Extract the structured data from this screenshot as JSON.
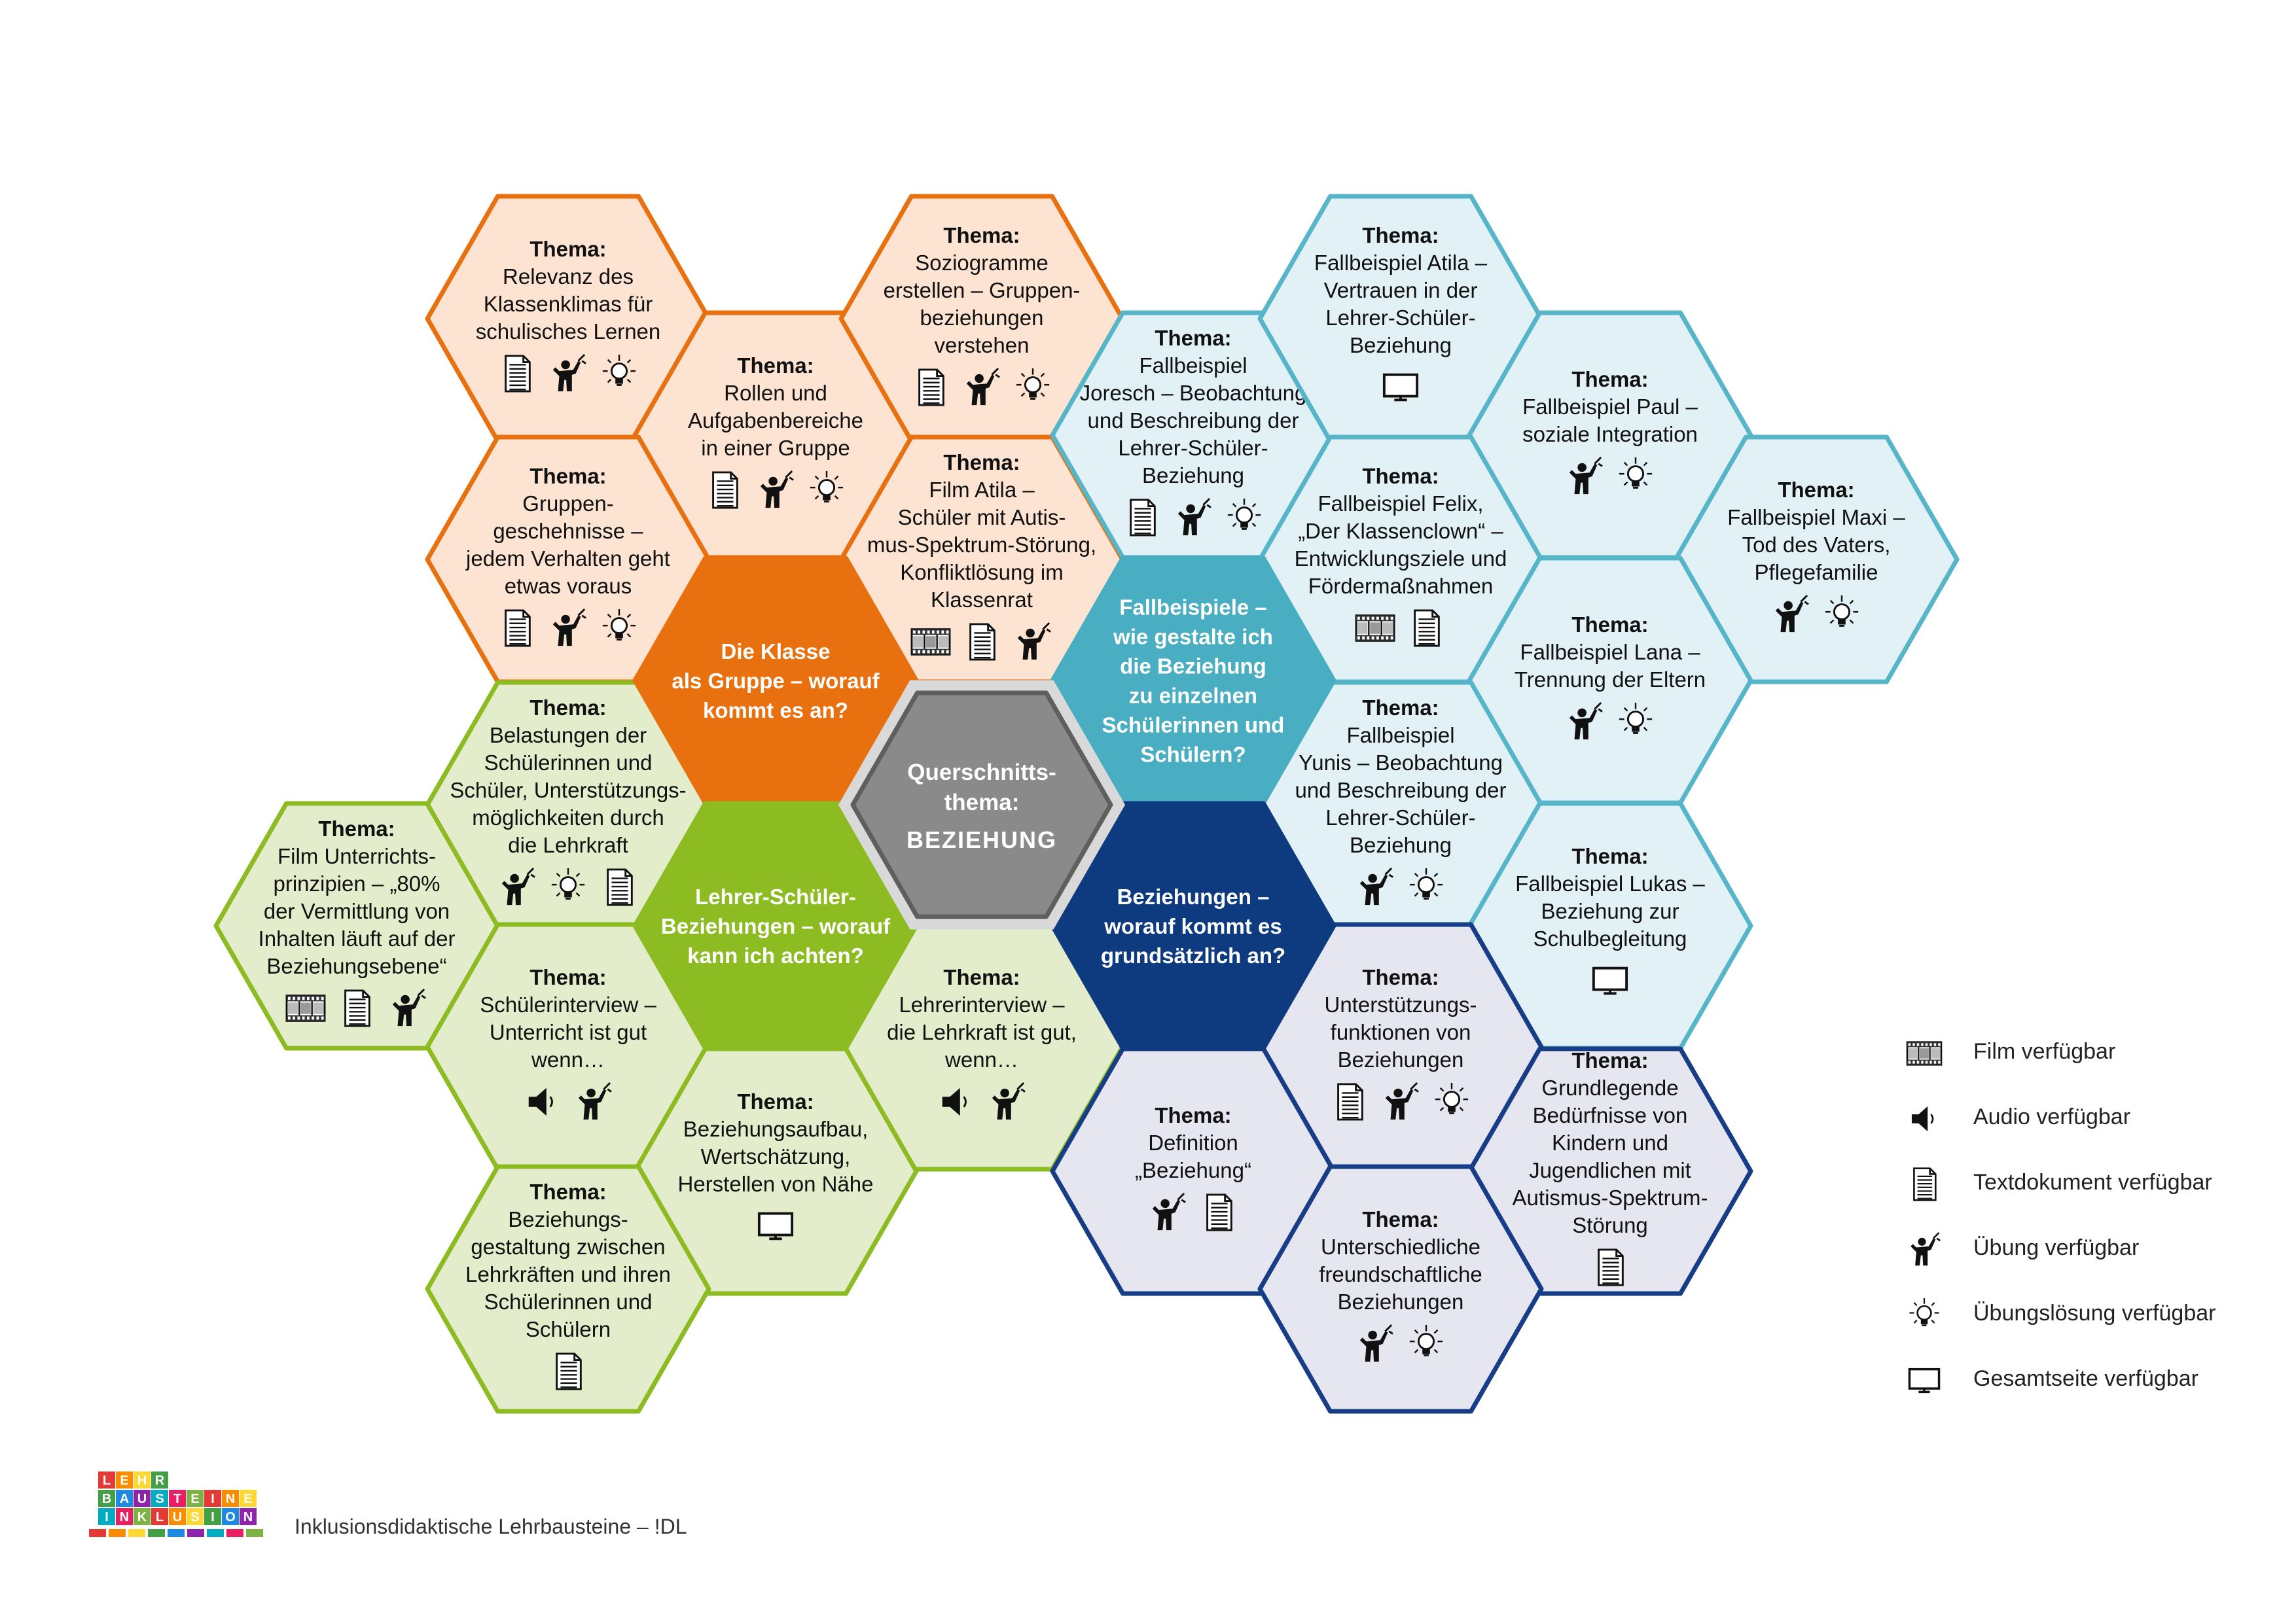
{
  "center": {
    "line1": "Querschnitts-",
    "line2": "thema:",
    "line3": "BEZIEHUNG"
  },
  "categories": [
    {
      "id": "klasse",
      "color": "#e8700f",
      "lines": [
        "Die Klasse",
        "als Gruppe – worauf",
        "kommt es an?"
      ]
    },
    {
      "id": "fall",
      "color": "#4aaec3",
      "lines": [
        "Fallbeispiele –",
        "wie gestalte ich",
        "die Beziehung",
        "zu einzelnen",
        "Schülerinnen und",
        "Schülern?"
      ]
    },
    {
      "id": "lehrer",
      "color": "#8cbb22",
      "lines": [
        "Lehrer-Schüler-",
        "Beziehungen – worauf",
        "kann ich achten?"
      ]
    },
    {
      "id": "bez",
      "color": "#0e3a80",
      "lines": [
        "Beziehungen –",
        "worauf kommt es",
        "grundsätzlich an?"
      ]
    }
  ],
  "topic_heading": "Thema:",
  "topics": [
    {
      "id": "relevanz",
      "group": "orange",
      "lines": [
        "Relevanz des",
        "Klassenklimas für",
        "schulisches Lernen"
      ],
      "icons": [
        "text",
        "exercise",
        "solution"
      ]
    },
    {
      "id": "rollen",
      "group": "orange",
      "lines": [
        "Rollen und",
        "Aufgabenbereiche",
        "in einer Gruppe"
      ],
      "icons": [
        "text",
        "exercise",
        "solution"
      ]
    },
    {
      "id": "sozio",
      "group": "orange",
      "lines": [
        "Soziogramme",
        "erstellen – Gruppen-",
        "beziehungen",
        "verstehen"
      ],
      "icons": [
        "text",
        "exercise",
        "solution"
      ]
    },
    {
      "id": "gruppen",
      "group": "orange",
      "lines": [
        "Gruppen-",
        "geschehnisse –",
        "jedem Verhalten geht",
        "etwas voraus"
      ],
      "icons": [
        "text",
        "exercise",
        "solution"
      ]
    },
    {
      "id": "filmatila",
      "group": "orange",
      "lines": [
        "Film Atila –",
        "Schüler mit Autis-",
        "mus-Spektrum-Störung,",
        "Konfliktlösung im",
        "Klassenrat"
      ],
      "icons": [
        "film",
        "text",
        "exercise"
      ]
    },
    {
      "id": "joresch",
      "group": "teal",
      "lines": [
        "Fallbeispiel",
        "Joresch – Beobachtung",
        "und Beschreibung der",
        "Lehrer-Schüler-",
        "Beziehung"
      ],
      "icons": [
        "text",
        "exercise",
        "solution"
      ]
    },
    {
      "id": "atila",
      "group": "teal",
      "lines": [
        "Fallbeispiel Atila –",
        "Vertrauen in der",
        "Lehrer-Schüler-",
        "Beziehung"
      ],
      "icons": [
        "page"
      ]
    },
    {
      "id": "paul",
      "group": "teal",
      "lines": [
        "Fallbeispiel Paul –",
        "soziale Integration"
      ],
      "icons": [
        "exercise",
        "solution"
      ]
    },
    {
      "id": "felix",
      "group": "teal",
      "lines": [
        "Fallbeispiel Felix,",
        "„Der Klassenclown“ –",
        "Entwicklungsziele und",
        "Fördermaßnahmen"
      ],
      "icons": [
        "film",
        "text"
      ]
    },
    {
      "id": "maxi",
      "group": "teal",
      "lines": [
        "Fallbeispiel Maxi –",
        "Tod des Vaters,",
        "Pflegefamilie"
      ],
      "icons": [
        "exercise",
        "solution"
      ]
    },
    {
      "id": "lana",
      "group": "teal",
      "lines": [
        "Fallbeispiel Lana –",
        "Trennung der Eltern"
      ],
      "icons": [
        "exercise",
        "solution"
      ]
    },
    {
      "id": "yunis",
      "group": "teal",
      "lines": [
        "Fallbeispiel",
        "Yunis – Beobachtung",
        "und Beschreibung der",
        "Lehrer-Schüler-",
        "Beziehung"
      ],
      "icons": [
        "exercise",
        "solution"
      ]
    },
    {
      "id": "lukas",
      "group": "teal",
      "lines": [
        "Fallbeispiel Lukas –",
        "Beziehung zur",
        "Schulbegleitung"
      ],
      "icons": [
        "page"
      ]
    },
    {
      "id": "belastungen",
      "group": "green",
      "lines": [
        "Belastungen der",
        "Schülerinnen und",
        "Schüler, Unterstützungs-",
        "möglichkeiten durch",
        "die Lehrkraft"
      ],
      "icons": [
        "exercise",
        "solution",
        "text"
      ]
    },
    {
      "id": "filmunt",
      "group": "green",
      "lines": [
        "Film Unterrichts-",
        "prinzipien – „80%",
        "der Vermittlung von",
        "Inhalten läuft auf der",
        "Beziehungsebene“"
      ],
      "icons": [
        "film",
        "text",
        "exercise"
      ]
    },
    {
      "id": "schuelerint",
      "group": "green",
      "lines": [
        "Schülerinterview –",
        "Unterricht ist gut",
        "wenn…"
      ],
      "icons": [
        "audio",
        "exercise"
      ]
    },
    {
      "id": "lehrerint",
      "group": "green",
      "lines": [
        "Lehrerinterview –",
        "die Lehrkraft ist gut,",
        "wenn…"
      ],
      "icons": [
        "audio",
        "exercise"
      ]
    },
    {
      "id": "aufbau",
      "group": "green",
      "lines": [
        "Beziehungsaufbau,",
        "Wertschätzung,",
        "Herstellen von Nähe"
      ],
      "icons": [
        "page"
      ]
    },
    {
      "id": "gestaltung",
      "group": "green",
      "lines": [
        "Beziehungs-",
        "gestaltung zwischen",
        "Lehrkräften und ihren",
        "Schülerinnen und",
        "Schülern"
      ],
      "icons": [
        "text"
      ]
    },
    {
      "id": "unterst",
      "group": "navy",
      "lines": [
        "Unterstützungs-",
        "funktionen von",
        "Beziehungen"
      ],
      "icons": [
        "text",
        "exercise",
        "solution"
      ]
    },
    {
      "id": "definition",
      "group": "navy",
      "lines": [
        "Definition",
        "„Beziehung“"
      ],
      "icons": [
        "exercise",
        "text"
      ]
    },
    {
      "id": "grund",
      "group": "navy",
      "lines": [
        "Grundlegende",
        "Bedürfnisse von",
        "Kindern und",
        "Jugendlichen mit",
        "Autismus-Spektrum-",
        "Störung"
      ],
      "icons": [
        "text"
      ]
    },
    {
      "id": "freund",
      "group": "navy",
      "lines": [
        "Unterschiedliche",
        "freundschaftliche",
        "Beziehungen"
      ],
      "icons": [
        "exercise",
        "solution"
      ]
    }
  ],
  "groups": {
    "orange": {
      "stroke": "#e8700f",
      "fill": "#fde3d2"
    },
    "teal": {
      "stroke": "#57b5c9",
      "fill": "#e2f1f5"
    },
    "green": {
      "stroke": "#8cbb22",
      "fill": "#e4edcb"
    },
    "navy": {
      "stroke": "#163d86",
      "fill": "#e6e6f0"
    }
  },
  "legend": [
    {
      "icon": "film",
      "label": "Film verfügbar"
    },
    {
      "icon": "audio",
      "label": "Audio verfügbar"
    },
    {
      "icon": "text",
      "label": "Textdokument verfügbar"
    },
    {
      "icon": "exercise",
      "label": "Übung verfügbar"
    },
    {
      "icon": "solution",
      "label": "Übungslösung verfügbar"
    },
    {
      "icon": "page",
      "label": "Gesamtseite verfügbar"
    }
  ],
  "footer": "Inklusionsdidaktische Lehrbausteine – !DL",
  "logo": {
    "row1": "LEHR",
    "row2": "BAUSTEINE",
    "row3": "INKLUSION"
  }
}
